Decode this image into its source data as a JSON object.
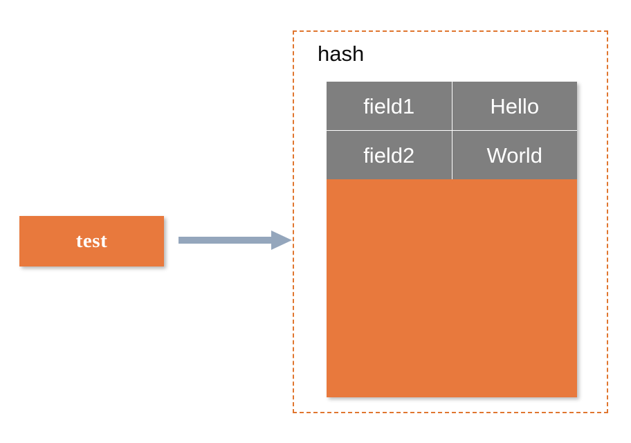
{
  "colors": {
    "orange": "#E8793D",
    "orange_dash": "#E0762F",
    "grey_cell": "#7F7F7F",
    "arrow": "#94A6BC",
    "text_light": "#FFFFFF",
    "text_dark": "#0D0D0D",
    "background": "#FFFFFF"
  },
  "key_box": {
    "label": "test"
  },
  "arrow": {
    "icon_name": "arrow-right-icon",
    "direction": "right"
  },
  "hash": {
    "title": "hash",
    "entries": [
      {
        "field": "field1",
        "value": "Hello"
      },
      {
        "field": "field2",
        "value": "World"
      }
    ]
  }
}
